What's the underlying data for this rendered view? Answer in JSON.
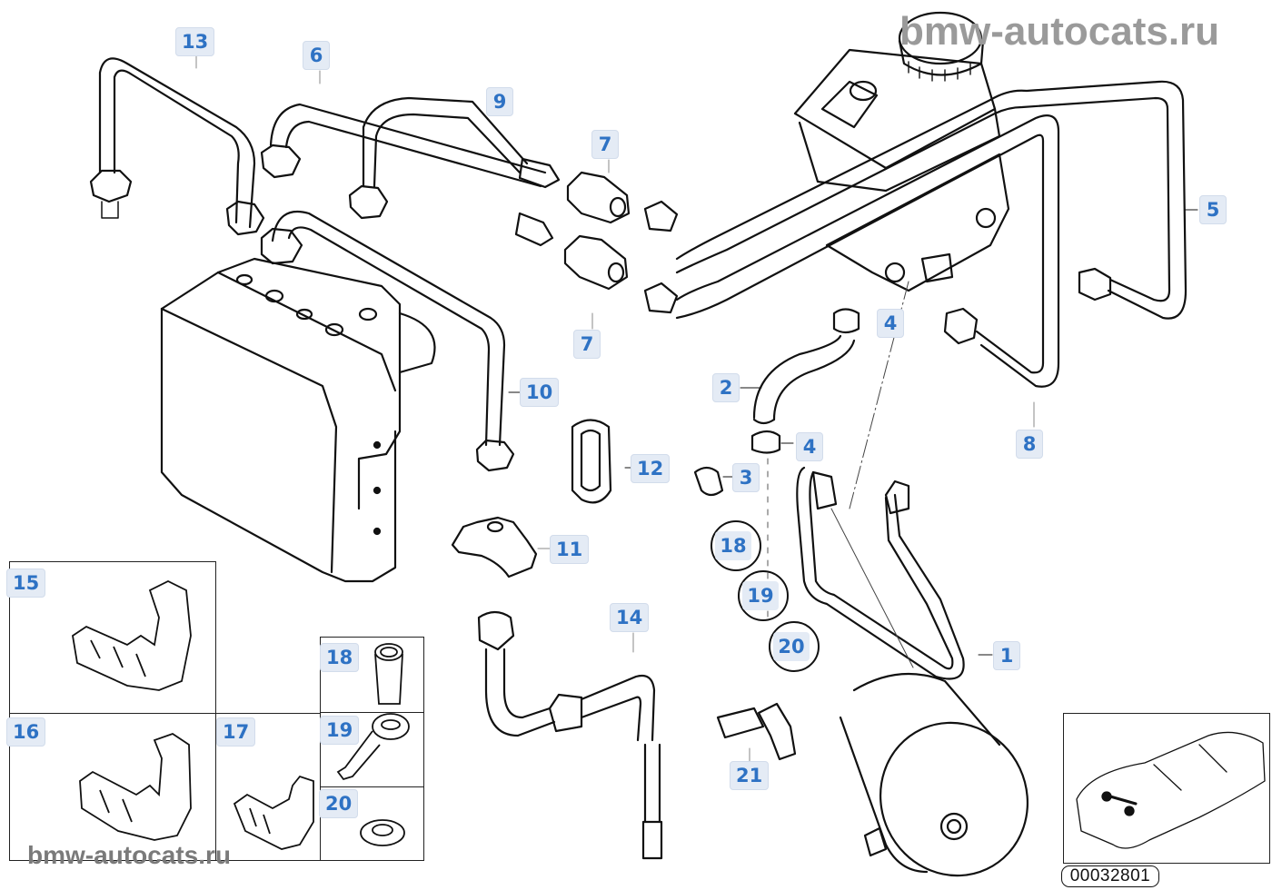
{
  "diagram": {
    "title": "ABS hydraulic unit, brake lines and pump parts",
    "watermarks": {
      "top": "bmw-autocats.ru",
      "bottom": "bmw-autocats.ru"
    },
    "reference_number": "00032801",
    "callouts": [
      {
        "id": "1",
        "label": "1"
      },
      {
        "id": "2",
        "label": "2"
      },
      {
        "id": "3",
        "label": "3"
      },
      {
        "id": "4a",
        "label": "4"
      },
      {
        "id": "4b",
        "label": "4"
      },
      {
        "id": "5",
        "label": "5"
      },
      {
        "id": "6",
        "label": "6"
      },
      {
        "id": "7a",
        "label": "7"
      },
      {
        "id": "7b",
        "label": "7"
      },
      {
        "id": "8",
        "label": "8"
      },
      {
        "id": "9",
        "label": "9"
      },
      {
        "id": "10",
        "label": "10"
      },
      {
        "id": "11",
        "label": "11"
      },
      {
        "id": "12",
        "label": "12"
      },
      {
        "id": "13",
        "label": "13"
      },
      {
        "id": "14",
        "label": "14"
      },
      {
        "id": "18c",
        "label": "18"
      },
      {
        "id": "19c",
        "label": "19"
      },
      {
        "id": "20c",
        "label": "20"
      },
      {
        "id": "21",
        "label": "21"
      }
    ],
    "insets": [
      {
        "id": "15",
        "label": "15"
      },
      {
        "id": "16",
        "label": "16"
      },
      {
        "id": "17",
        "label": "17"
      },
      {
        "id": "18",
        "label": "18"
      },
      {
        "id": "19",
        "label": "19"
      },
      {
        "id": "20",
        "label": "20"
      }
    ]
  }
}
